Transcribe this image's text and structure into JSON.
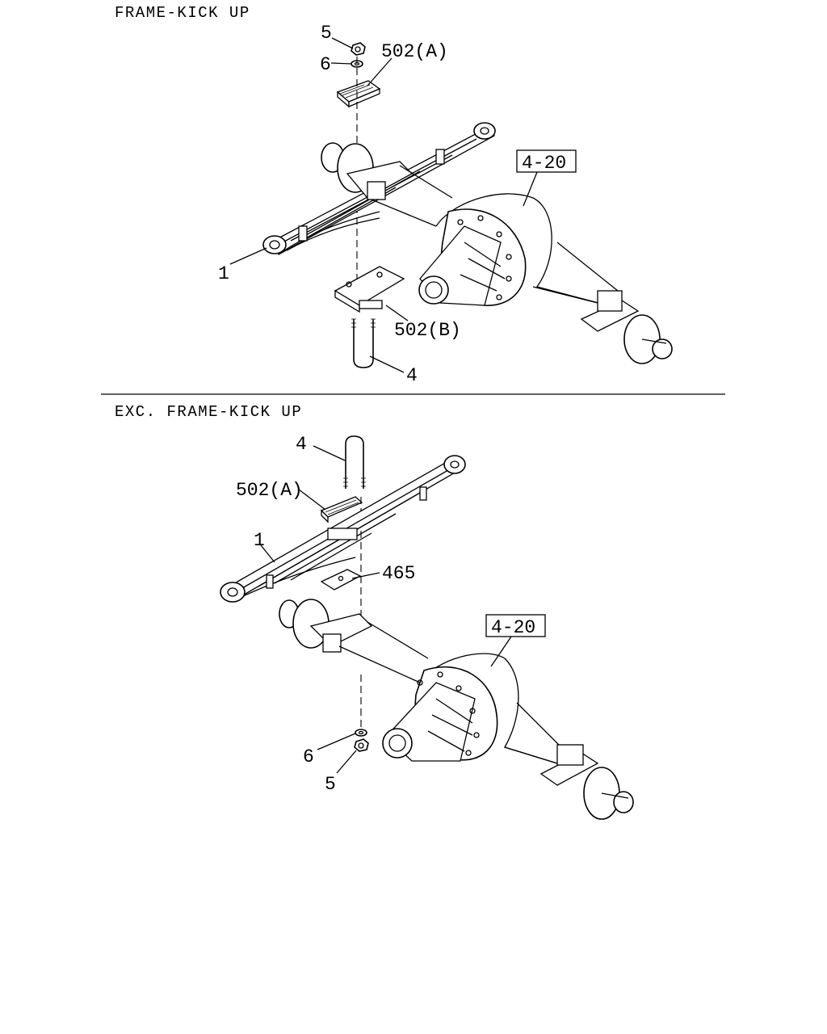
{
  "sections": [
    {
      "title": "FRAME-KICK UP",
      "callouts": [
        "5",
        "6",
        "502(A)",
        "4-20",
        "1",
        "502(B)",
        "4"
      ]
    },
    {
      "title": "EXC. FRAME-KICK UP",
      "callouts": [
        "4",
        "502(A)",
        "1",
        "465",
        "4-20",
        "6",
        "5"
      ]
    }
  ],
  "boxed_references": [
    "4-20"
  ]
}
